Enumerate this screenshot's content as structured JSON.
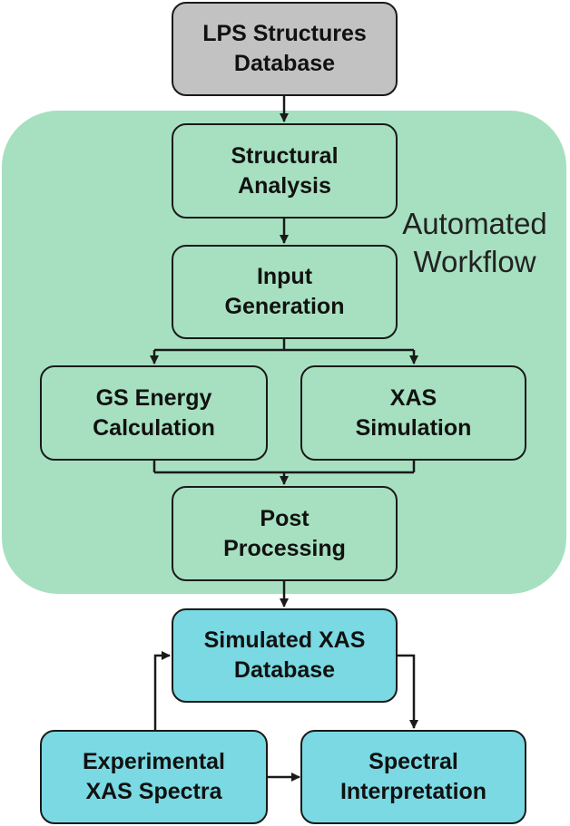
{
  "colors": {
    "database_gray": "#c2c2c2",
    "workflow_green": "#a6e0c0",
    "output_cyan": "#7ad9e2",
    "line": "#1a1a1a"
  },
  "workflow": {
    "label": "Automated\nWorkflow"
  },
  "nodes": {
    "lps_db": "LPS Structures\nDatabase",
    "structural_analysis": "Structural\nAnalysis",
    "input_generation": "Input\nGeneration",
    "gs_energy": "GS Energy\nCalculation",
    "xas_simulation": "XAS\nSimulation",
    "post_processing": "Post\nProcessing",
    "simulated_db": "Simulated XAS\nDatabase",
    "experimental": "Experimental\nXAS Spectra",
    "spectral_interp": "Spectral\nInterpretation"
  }
}
